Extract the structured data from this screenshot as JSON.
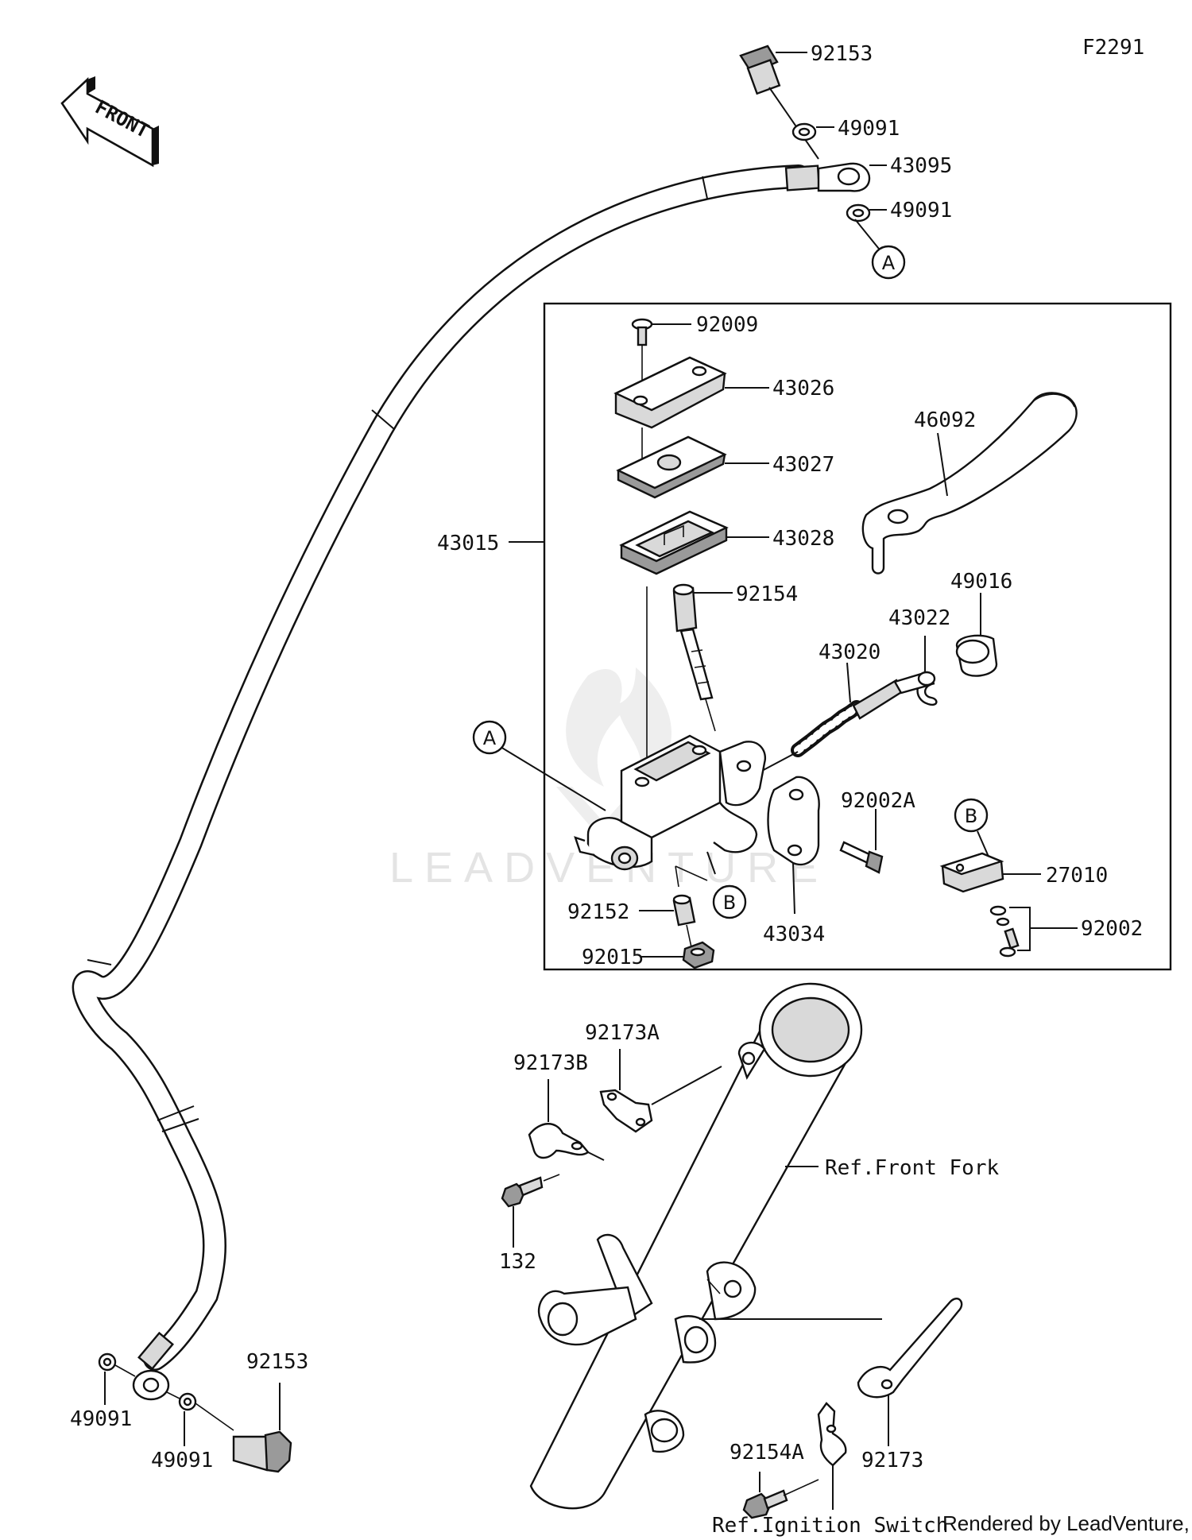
{
  "diagram_code": "F2291",
  "front_label": "FRONT",
  "watermark": "LEADVENTURE",
  "credit": "Rendered by LeadVenture, Inc.",
  "callouts": {
    "a": "A",
    "b": "B"
  },
  "parts": {
    "p92153_top": "92153",
    "p49091_top1": "49091",
    "p43095": "43095",
    "p49091_top2": "49091",
    "p92009": "92009",
    "p43026": "43026",
    "p46092": "46092",
    "p43027": "43027",
    "p43015": "43015",
    "p43028": "43028",
    "p49016": "49016",
    "p92154": "92154",
    "p43022": "43022",
    "p43020": "43020",
    "p92002A": "92002A",
    "p27010": "27010",
    "p92152": "92152",
    "p43034": "43034",
    "p92002": "92002",
    "p92015": "92015",
    "p92173A": "92173A",
    "p92173B": "92173B",
    "p132": "132",
    "p92153_bottom": "92153",
    "p49091_bl1": "49091",
    "p49091_bl2": "49091",
    "p92154A": "92154A",
    "p92173": "92173"
  },
  "references": {
    "front_fork": "Ref.Front Fork",
    "ignition_switch": "Ref.Ignition Switch"
  }
}
